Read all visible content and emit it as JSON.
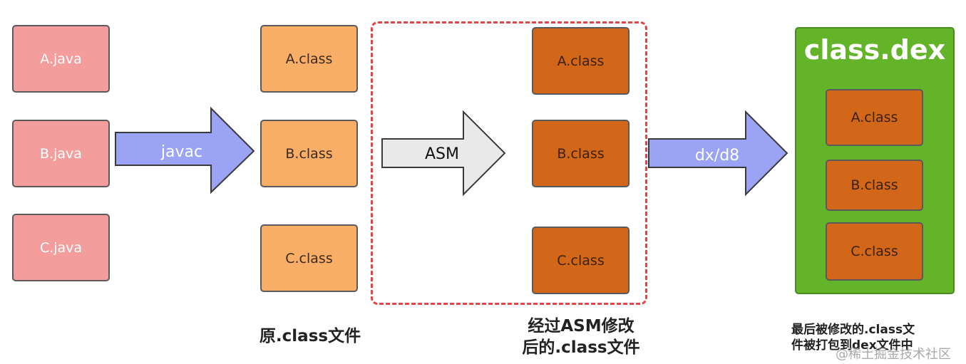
{
  "source_files": [
    "A.java",
    "B.java",
    "C.java"
  ],
  "original_classes": [
    "A.class",
    "B.class",
    "C.class"
  ],
  "modified_classes": [
    "A.class",
    "B.class",
    "C.class"
  ],
  "dex": {
    "title": "class.dex",
    "classes": [
      "A.class",
      "B.class",
      "C.class"
    ]
  },
  "arrows": {
    "javac": "javac",
    "asm": "ASM",
    "dx": "dx/d8"
  },
  "captions": {
    "original": "原.class文件",
    "modified_line1": "经过ASM修改",
    "modified_line2": "后的.class文件",
    "dex_line1": "最后被修改的.class文",
    "dex_line2": "件被打包到dex文件中"
  },
  "watermark": "@稀土掘金技术社区",
  "colors": {
    "java_box": "#f49d9d",
    "original_class_box": "#f9ae67",
    "modified_class_box": "#d2671a",
    "dex_container": "#64b42a",
    "javac_arrow": "#9ba3f4",
    "asm_arrow": "#e9e9e9",
    "dx_arrow": "#9ba3f4",
    "asm_frame": "#e24545"
  }
}
